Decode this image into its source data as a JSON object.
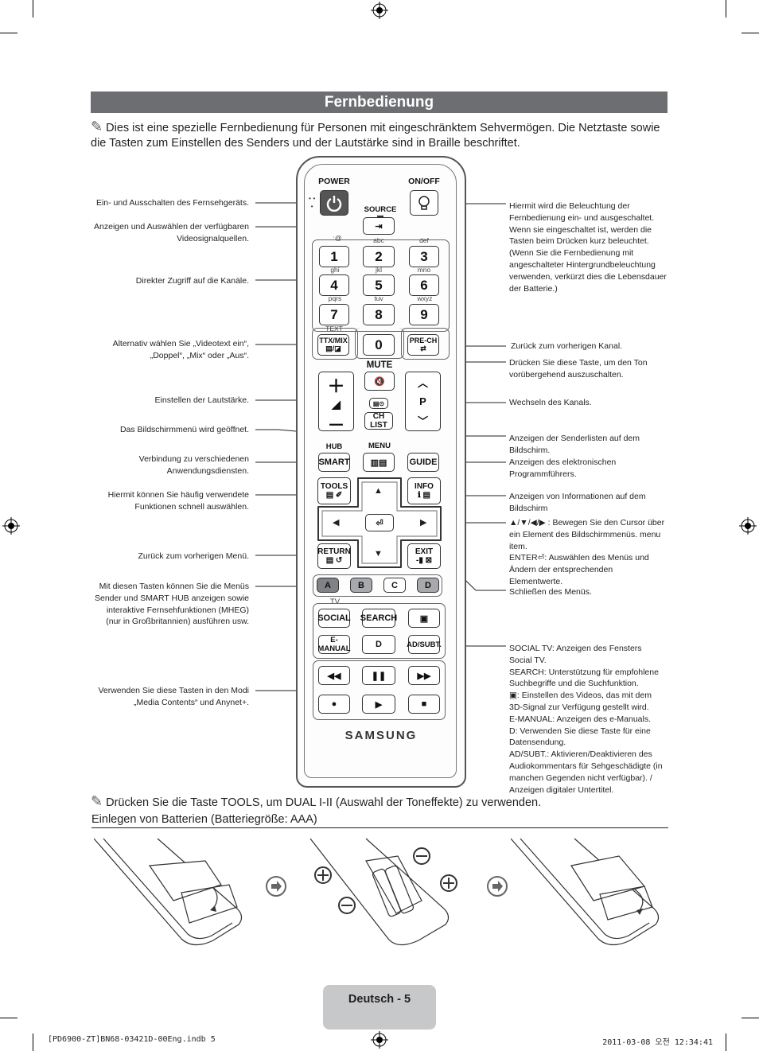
{
  "heading": "Fernbedienung",
  "intro_note": "Dies ist eine spezielle Fernbedienung für Personen mit eingeschränktem Sehvermögen. Die Netztaste sowie die Tasten zum Einstellen des Senders und der Lautstärke sind in Braille beschriftet.",
  "left_labels": [
    "Ein- und Ausschalten des Fernsehgeräts.",
    "Anzeigen und Auswählen der verfügbaren Videosignalquellen.",
    "Direkter Zugriff auf die Kanäle.",
    "Alternativ wählen Sie „Videotext ein“, „Doppel“, „Mix“ oder „Aus“.",
    "Einstellen der Lautstärke.",
    "Das Bildschirmmenü wird geöffnet.",
    "Verbindung zu verschiedenen Anwendungsdiensten.",
    "Hiermit können Sie häufig verwendete Funktionen schnell auswählen.",
    "Zurück zum vorherigen Menü.",
    "Verwenden Sie diese Tasten in den Modi „Media Contents“ und Anynet+."
  ],
  "left_color_label": {
    "pre": "Mit diesen Tasten können Sie die Menüs",
    "sender": "Sender",
    "und": " und ",
    "smart_hub": "SMART HUB",
    "post": " anzeigen sowie interaktive Fernsehfunktionen (MHEG) (nur in Großbritannien) ausführen usw."
  },
  "right_labels": {
    "light": "Hiermit wird die Beleuchtung der Fernbedienung ein- und ausgeschaltet. Wenn sie eingeschaltet ist, werden die Tasten beim Drücken kurz beleuchtet. (Wenn Sie die Fernbedienung mit angeschalteter Hintergrundbeleuchtung verwenden, verkürzt dies die Lebensdauer der Batterie.)",
    "prech": "Zurück zum vorherigen Kanal.",
    "mute": "Drücken Sie diese Taste, um den Ton vorübergehend auszuschalten.",
    "channel": "Wechseln des Kanals.",
    "chlist": "Anzeigen der Senderlisten auf dem Bildschirm.",
    "guide": "Anzeigen des elektronischen Programmführers.",
    "info": "Anzeigen von Informationen auf dem Bildschirm",
    "arrows": "▲/▼/◀/▶ : Bewegen Sie den Cursor über ein Element des Bildschirmmenüs. menu item.",
    "enter_key": "ENTER",
    "enter_text": ": Auswählen des Menüs und Ändern der entsprechenden Elementwerte.",
    "exit": "Schließen des Menüs."
  },
  "right_social": [
    {
      "key": "SOCIAL TV",
      "text": ": Anzeigen des Fensters ",
      "extra": "Social TV",
      "end": "."
    },
    {
      "key": "SEARCH",
      "text": ": Unterstützung für empfohlene Suchbegriffe und die Suchfunktion.",
      "extra": "",
      "end": ""
    },
    {
      "key": "",
      "text": ": Einstellen des Videos, das mit dem ",
      "extra": "3D",
      "end": "-Signal zur Verfügung gestellt wird."
    },
    {
      "key": "E-MANUAL",
      "text": ": Anzeigen des ",
      "extra": "e-Manual",
      "end": "s."
    },
    {
      "key": "D",
      "text": ": Verwenden Sie diese Taste für eine Datensendung.",
      "extra": "",
      "end": ""
    },
    {
      "key": "AD/SUBT.",
      "text": ": Aktivieren/Deaktivieren des Audiokommentars für Sehgeschädigte (in manchen Gegenden nicht verfügbar). / Anzeigen digitaler Untertitel.",
      "extra": "",
      "end": ""
    }
  ],
  "remote": {
    "power": "POWER",
    "onoff": "ON/OFF",
    "source": "SOURCE",
    "nums": [
      "1",
      "2",
      "3",
      "4",
      "5",
      "6",
      "7",
      "8",
      "9",
      "0"
    ],
    "letters": [
      ":@",
      "abc",
      "def",
      "ghi",
      "jkl",
      "mno",
      "pqrs",
      "tuv",
      "wxyz"
    ],
    "text": "TEXT",
    "ttx": "TTX/MIX",
    "prech": "PRE-CH",
    "mute": "MUTE",
    "p": "P",
    "chlist": "CH LIST",
    "hub": "HUB",
    "menu": "MENU",
    "smart": "SMART",
    "guide": "GUIDE",
    "tools": "TOOLS",
    "info": "INFO",
    "return": "RETURN",
    "exit": "EXIT",
    "colors": [
      "A",
      "B",
      "C",
      "D"
    ],
    "tv": "TV",
    "social": "SOCIAL",
    "search": "SEARCH",
    "emanual": "E-MANUAL",
    "d": "D",
    "adsubt": "AD/SUBT.",
    "brand": "SAMSUNG"
  },
  "tools_note_pre": "Drücken Sie die Taste ",
  "tools_note_key": "TOOLS",
  "tools_note_post": ", um DUAL I-II (Auswahl der Toneffekte) zu verwenden.",
  "battery_heading": "Einlegen von Batterien (Batteriegröße: AAA)",
  "footer_page": "Deutsch - 5",
  "footer_file": "[PD6900-ZT]BN68-03421D-00Eng.indb   5",
  "footer_date": "2011-03-08   오전 12:34:41",
  "colors": {
    "title_bar": "#6d6e71",
    "color_keys": "#808285",
    "footer_tab": "#c7c8ca"
  }
}
